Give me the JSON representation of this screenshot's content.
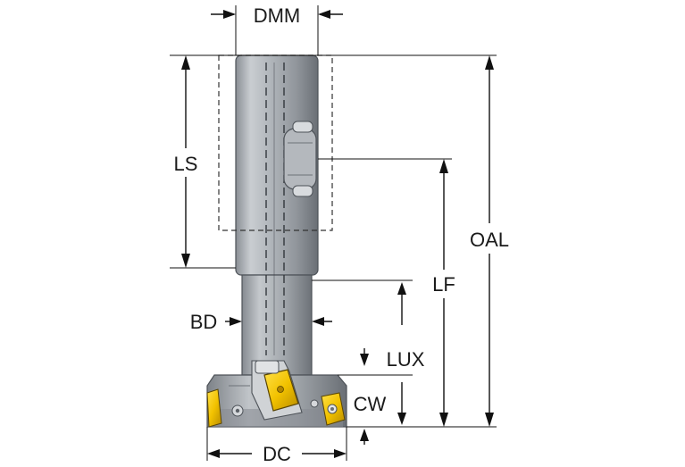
{
  "labels": {
    "dmm": "DMM",
    "ls": "LS",
    "oal": "OAL",
    "lf": "LF",
    "bd": "BD",
    "lux": "LUX",
    "cw": "CW",
    "dc": "DC"
  },
  "colors": {
    "background": "#ffffff",
    "steel_light": "#c4c8cc",
    "steel_mid": "#9a9fa5",
    "steel_dark": "#5d6268",
    "insert_yellow": "#f2c200",
    "line": "#111111"
  }
}
